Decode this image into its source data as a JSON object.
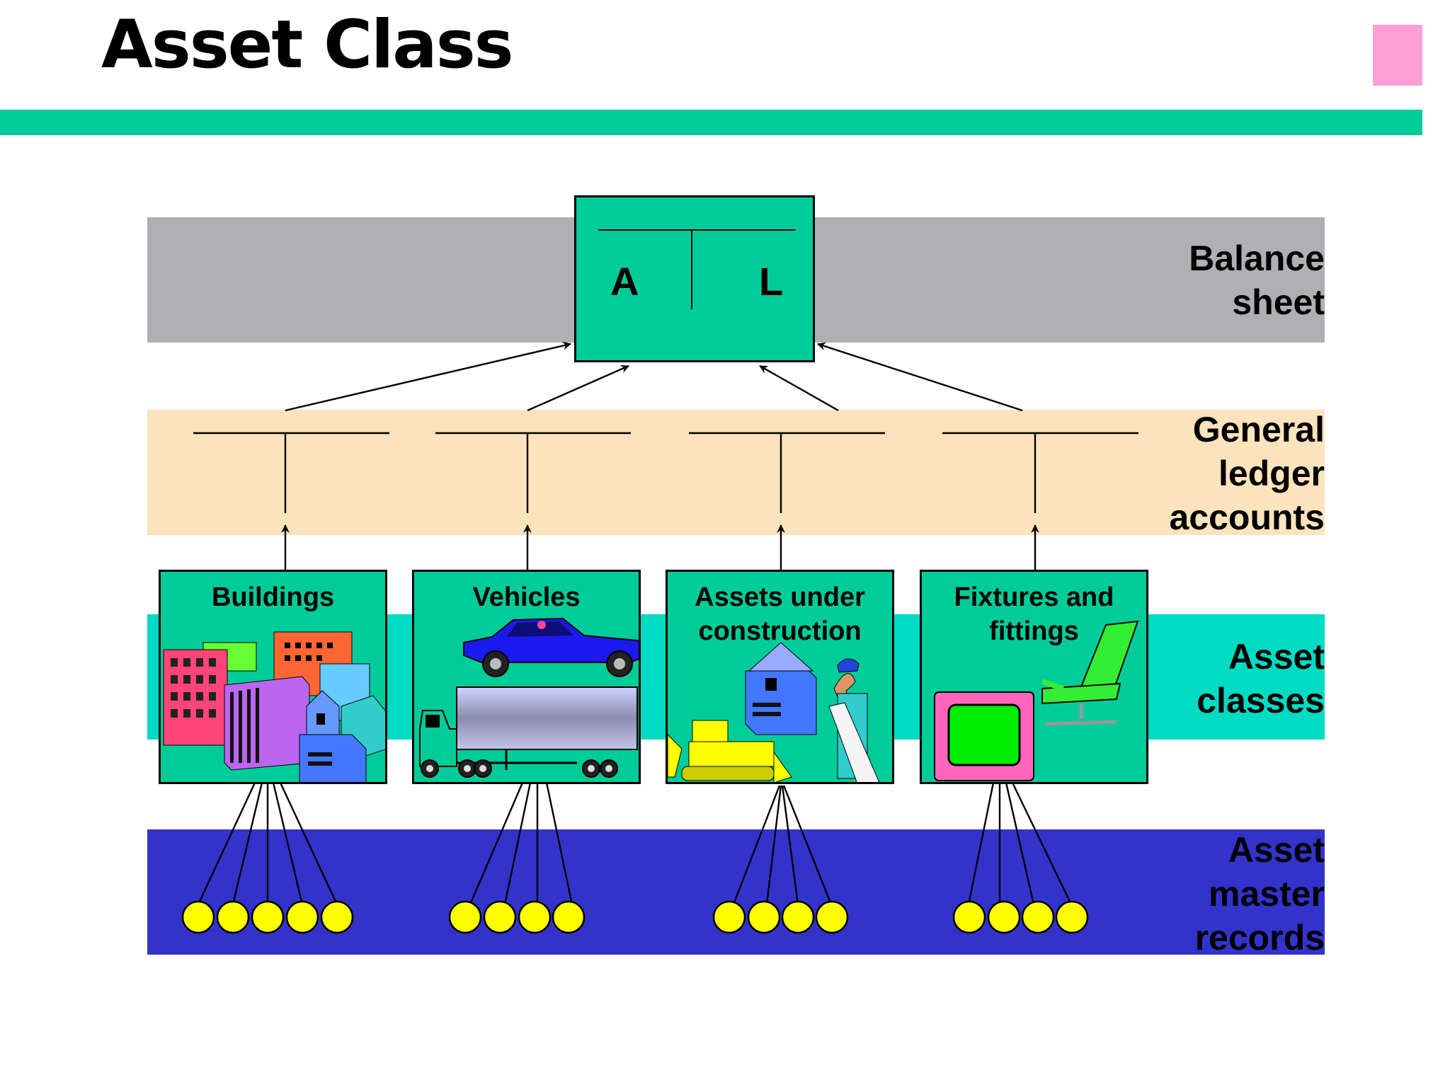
{
  "title": "Asset Class",
  "balance_sheet": {
    "left_letter": "A",
    "right_letter": "L"
  },
  "band_labels": {
    "balance_sheet": "Balance\nsheet",
    "general_ledger": "General\nledger\naccounts",
    "asset_classes": "Asset\nclasses",
    "asset_master_records": "Asset\nmaster\nrecords"
  },
  "asset_classes": [
    {
      "label": "Buildings",
      "records": 5
    },
    {
      "label": "Vehicles",
      "records": 4
    },
    {
      "label": "Assets under\nconstruction",
      "records": 4
    },
    {
      "label": "Fixtures and\nfittings",
      "records": 4
    }
  ],
  "colors": {
    "green": "#00cc99",
    "balance_band": "#b0afb3",
    "ledger_band": "#fbe3bd",
    "class_band": "#00dbc4",
    "master_band": "#3333cc",
    "record_dot": "#ffff00",
    "corner_mark": "#ff9fd3"
  }
}
